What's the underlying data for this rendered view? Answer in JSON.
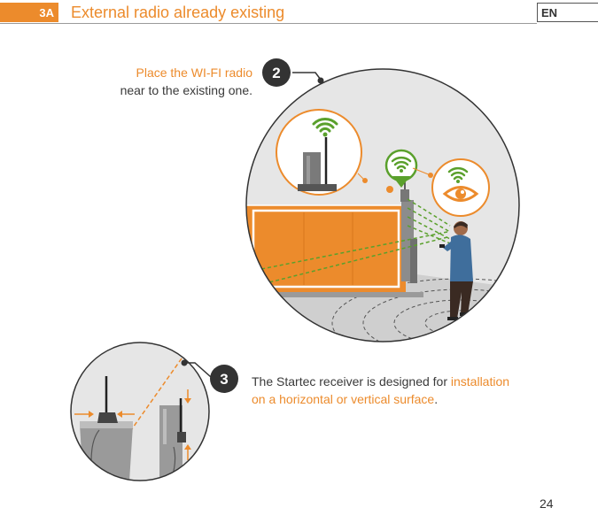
{
  "header": {
    "section": "3A",
    "title": "External radio already existing",
    "language": "EN"
  },
  "step2": {
    "number": "2",
    "line1": "Place the WI-FI radio",
    "line2": "near to the existing one."
  },
  "step3": {
    "number": "3",
    "text_plain": "The Startec receiver is designed for ",
    "text_highlight_1": "installation",
    "text_highlight_2": "on a horizontal or vertical surface",
    "text_end": "."
  },
  "page_number": "24",
  "colors": {
    "accent": "#ec8b2c",
    "wifi_green": "#5aa02c",
    "dark_badge": "#333333",
    "background_gray": "#e6e6e6"
  }
}
